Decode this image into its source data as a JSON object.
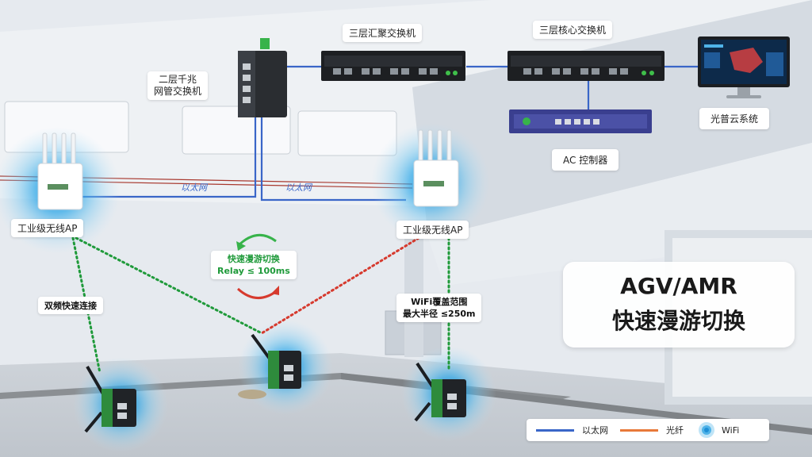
{
  "labels": {
    "aggregation_switch": "三层汇聚交换机",
    "core_switch": "三层核心交换机",
    "l2_switch_line1": "二层千兆",
    "l2_switch_line2": "网管交换机",
    "cloud_system": "光普云系统",
    "ac_controller": "AC 控制器",
    "ap_left": "工业级无线AP",
    "ap_right": "工业级无线AP",
    "ethernet_left": "以太网",
    "ethernet_middle": "以太网",
    "dual_band": "双频快速连接",
    "roaming_line1": "快速漫游切换",
    "roaming_line2": "Relay ≤ 100ms",
    "coverage_line1": "WiFi覆盖范围",
    "coverage_line2": "最大半径 ≤250m"
  },
  "title": {
    "line1": "AGV/AMR",
    "line2": "快速漫游切换"
  },
  "legend": {
    "ethernet": "以太网",
    "fiber": "光纤",
    "wifi": "WiFi"
  },
  "colors": {
    "ethernet": "#3a66c8",
    "fiber": "#e8793a",
    "wifi": "#4fb3e8",
    "green_dots": "#1f9a3a",
    "red_dots": "#d63a2e",
    "device_green": "#2e8b3c"
  },
  "icons": [
    "wifi-icon",
    "switch-icon",
    "access-point-icon",
    "monitor-icon",
    "controller-icon",
    "agv-terminal-icon",
    "roaming-arrow-icon"
  ]
}
